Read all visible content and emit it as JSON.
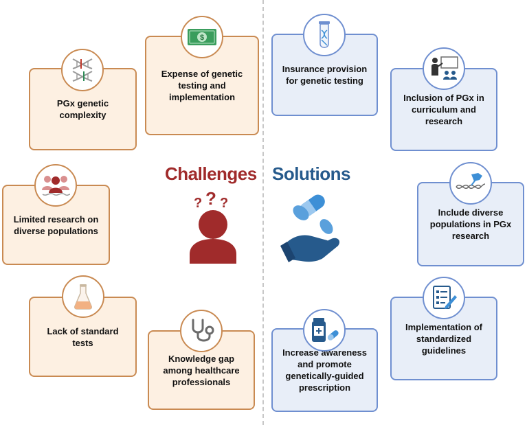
{
  "headings": {
    "challenges": "Challenges",
    "solutions": "Solutions"
  },
  "colors": {
    "challenge_accent": "#a02b2b",
    "solution_accent": "#265a8c",
    "challenge_card_bg": "#fdf0e2",
    "challenge_card_border": "#c98a52",
    "solution_card_bg": "#e8eef8",
    "solution_card_border": "#6f8fd0"
  },
  "challenges": [
    {
      "label": "PGx genetic complexity",
      "icon": "dna-icon"
    },
    {
      "label": "Expense of genetic testing and implementation",
      "icon": "money-icon"
    },
    {
      "label": "Limited research on diverse populations",
      "icon": "people-dna-icon"
    },
    {
      "label": "Lack of standard tests",
      "icon": "flask-icon"
    },
    {
      "label": "Knowledge gap among healthcare professionals",
      "icon": "stethoscope-icon"
    }
  ],
  "solutions": [
    {
      "label": "Insurance provision for genetic testing",
      "icon": "test-tube-icon"
    },
    {
      "label": "Inclusion of PGx in curriculum and research",
      "icon": "teacher-icon"
    },
    {
      "label": "Include diverse populations in PGx research",
      "icon": "dna-hand-icon"
    },
    {
      "label": "Implementation of standardized guidelines",
      "icon": "checklist-icon"
    },
    {
      "label": "Increase awareness and promote genetically-guided prescription",
      "icon": "medication-icon"
    }
  ],
  "center_icons": {
    "challenges": "confused-person-icon",
    "solutions": "hand-pills-icon"
  }
}
